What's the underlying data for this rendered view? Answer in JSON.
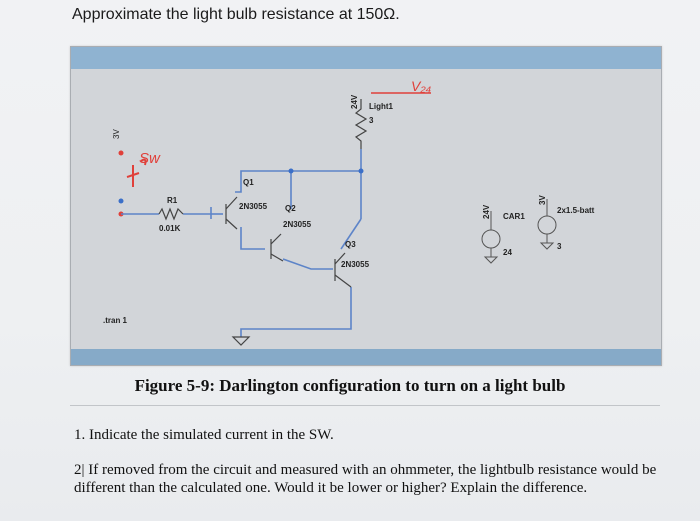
{
  "question": "Approximate the light bulb resistance at 150Ω.",
  "schematic": {
    "handwritten_sw": "Sw",
    "handwritten_v24": "V₂₄",
    "label_3v_left": "3V",
    "label_r1": "R1",
    "label_r1_value": "0.01K",
    "label_q1": "Q1",
    "label_q1_part": "2N3055",
    "label_q2": "Q2",
    "label_q2_part": "2N3055",
    "label_q3": "Q3",
    "label_q3_part": "2N3055",
    "label_24v_top": "24V",
    "label_light": "Light1",
    "label_light_value": "3",
    "label_24v_source": "24V",
    "label_car": "CAR1",
    "label_car_node": "24",
    "label_3v_source": "3V",
    "label_batt": "2x1.5-batt",
    "label_batt_node": "3",
    "tran_directive": ".tran 1"
  },
  "caption": "Figure 5-9: Darlington configuration to turn on a light bulb",
  "item1": "1. Indicate the simulated current in the SW.",
  "item2": "2| If removed from the circuit and measured with an ohmmeter, the lightbulb resistance would be different than the calculated one. Would it be lower or higher? Explain the difference."
}
